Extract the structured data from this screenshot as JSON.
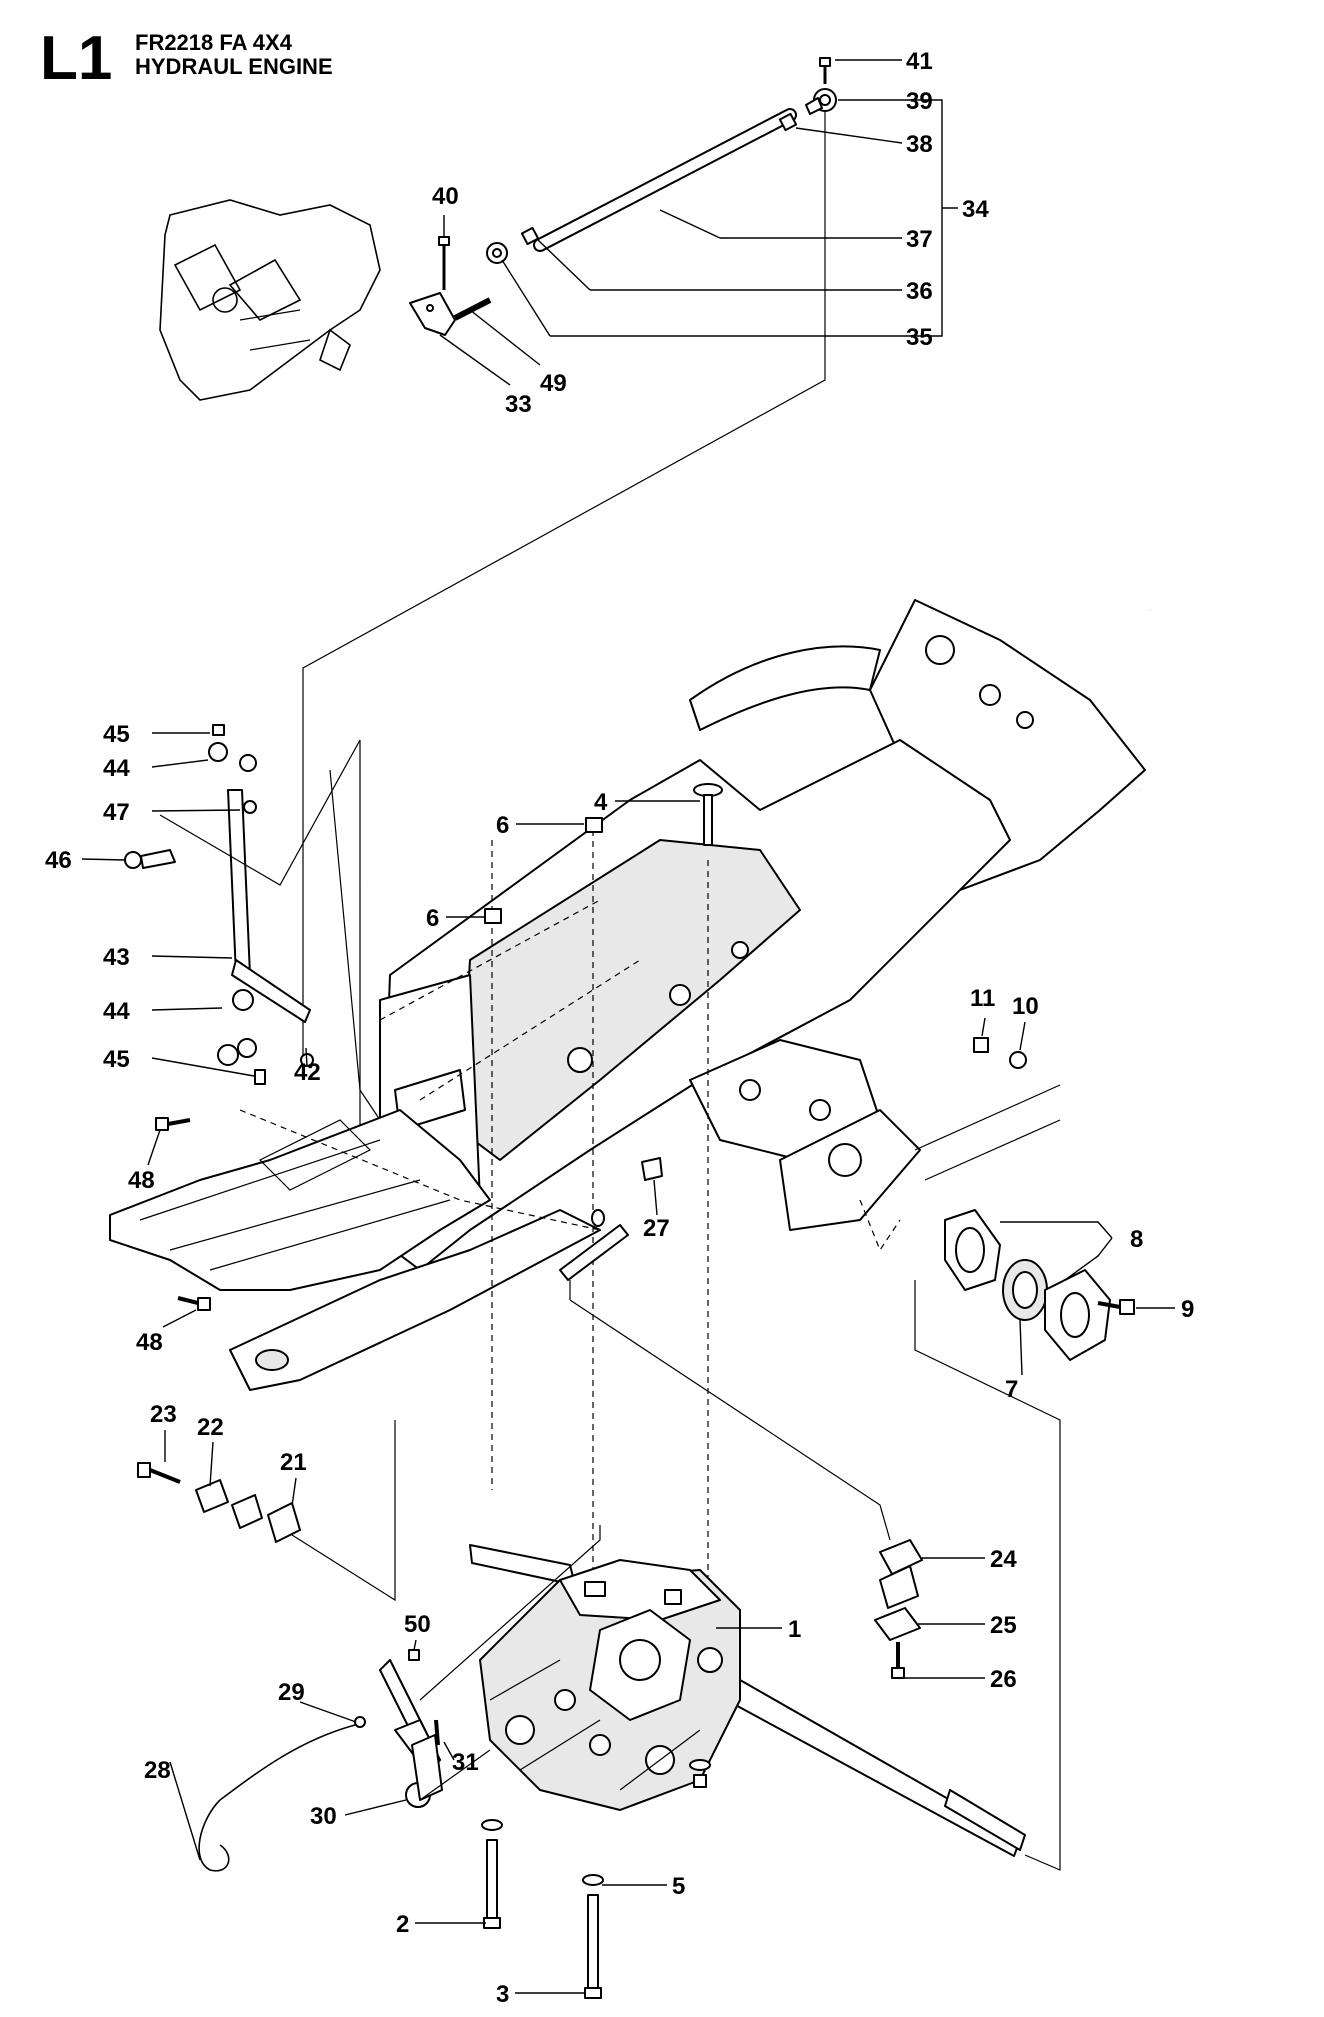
{
  "header": {
    "page_code": "L1",
    "model": "FR2218 FA 4X4",
    "section_title": "HYDRAUL ENGINE"
  },
  "callouts": [
    {
      "id": "c41",
      "text": "41"
    },
    {
      "id": "c39",
      "text": "39"
    },
    {
      "id": "c38",
      "text": "38"
    },
    {
      "id": "c34",
      "text": "34"
    },
    {
      "id": "c37",
      "text": "37"
    },
    {
      "id": "c36",
      "text": "36"
    },
    {
      "id": "c35",
      "text": "35"
    },
    {
      "id": "c40",
      "text": "40"
    },
    {
      "id": "c49",
      "text": "49"
    },
    {
      "id": "c33",
      "text": "33"
    },
    {
      "id": "c45a",
      "text": "45"
    },
    {
      "id": "c44a",
      "text": "44"
    },
    {
      "id": "c47",
      "text": "47"
    },
    {
      "id": "c46",
      "text": "46"
    },
    {
      "id": "c43",
      "text": "43"
    },
    {
      "id": "c44b",
      "text": "44"
    },
    {
      "id": "c45b",
      "text": "45"
    },
    {
      "id": "c42",
      "text": "42"
    },
    {
      "id": "c4",
      "text": "4"
    },
    {
      "id": "c6a",
      "text": "6"
    },
    {
      "id": "c6b",
      "text": "6"
    },
    {
      "id": "c11",
      "text": "11"
    },
    {
      "id": "c10",
      "text": "10"
    },
    {
      "id": "c48a",
      "text": "48"
    },
    {
      "id": "c27",
      "text": "27"
    },
    {
      "id": "c8",
      "text": "8"
    },
    {
      "id": "c9",
      "text": "9"
    },
    {
      "id": "c7",
      "text": "7"
    },
    {
      "id": "c48b",
      "text": "48"
    },
    {
      "id": "c23",
      "text": "23"
    },
    {
      "id": "c22",
      "text": "22"
    },
    {
      "id": "c21",
      "text": "21"
    },
    {
      "id": "c24",
      "text": "24"
    },
    {
      "id": "c50",
      "text": "50"
    },
    {
      "id": "c1",
      "text": "1"
    },
    {
      "id": "c25",
      "text": "25"
    },
    {
      "id": "c26",
      "text": "26"
    },
    {
      "id": "c29",
      "text": "29"
    },
    {
      "id": "c31",
      "text": "31"
    },
    {
      "id": "c28",
      "text": "28"
    },
    {
      "id": "c30",
      "text": "30"
    },
    {
      "id": "c5",
      "text": "5"
    },
    {
      "id": "c2",
      "text": "2"
    },
    {
      "id": "c3",
      "text": "3"
    }
  ]
}
